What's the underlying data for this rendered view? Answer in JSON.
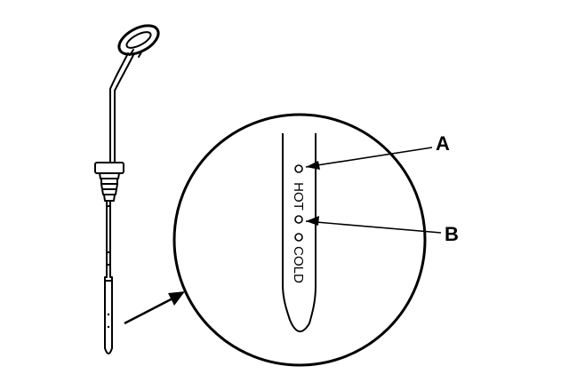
{
  "diagram": {
    "callouts": {
      "a": "A",
      "b": "B"
    },
    "dipstick_markings": {
      "hot": "HOT",
      "cold": "COLD"
    }
  }
}
